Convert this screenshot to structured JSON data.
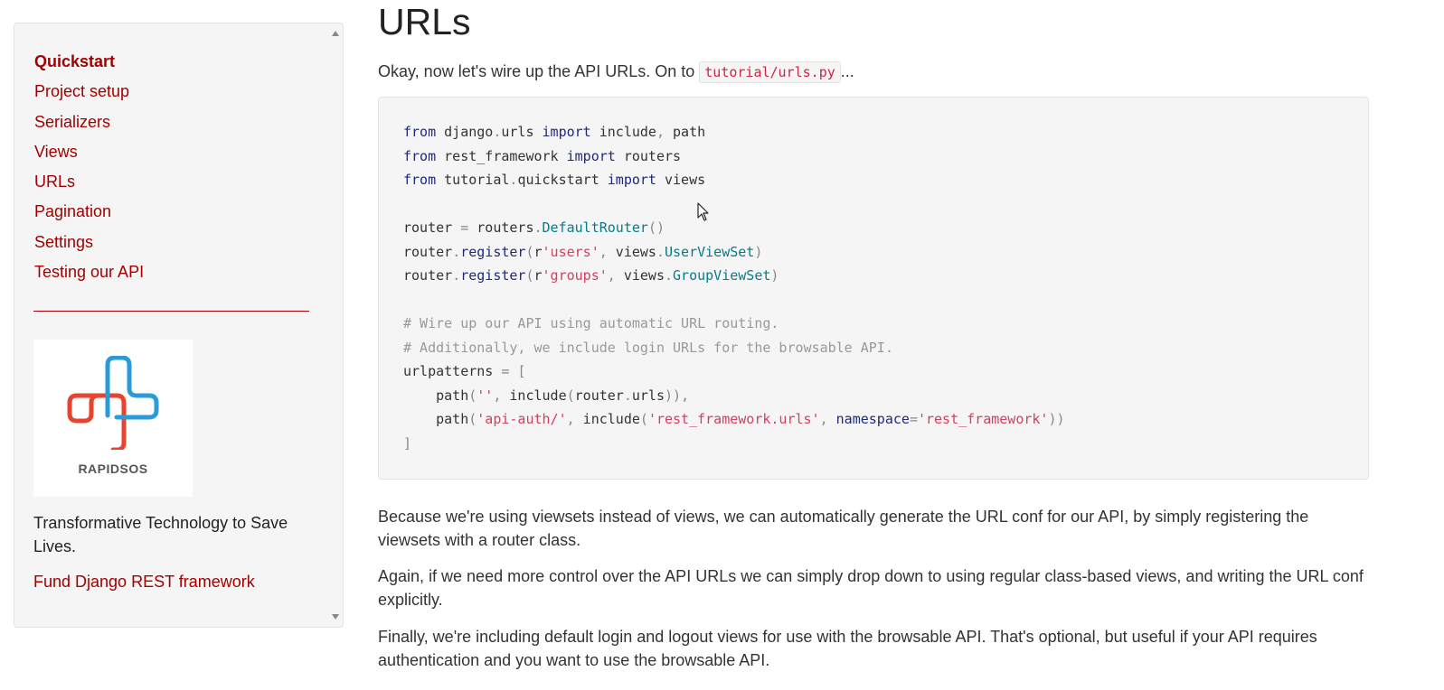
{
  "sidebar": {
    "toc": [
      {
        "label": "Quickstart",
        "active": true
      },
      {
        "label": "Project setup",
        "active": false
      },
      {
        "label": "Serializers",
        "active": false
      },
      {
        "label": "Views",
        "active": false
      },
      {
        "label": "URLs",
        "active": false
      },
      {
        "label": "Pagination",
        "active": false
      },
      {
        "label": "Settings",
        "active": false
      },
      {
        "label": "Testing our API",
        "active": false
      }
    ],
    "sponsor": {
      "name": "RAPIDSOS",
      "tagline": "Transformative Technology to Save Lives.",
      "logo_icon": "rapidsos-logo-icon"
    },
    "fund_link": "Fund Django REST framework"
  },
  "main": {
    "title": "URLs",
    "intro_before": "Okay, now let's wire up the API URLs. On to ",
    "intro_code": "tutorial/urls.py",
    "intro_after": "...",
    "code_lines": [
      "from django.urls import include, path",
      "from rest_framework import routers",
      "from tutorial.quickstart import views",
      "",
      "router = routers.DefaultRouter()",
      "router.register(r'users', views.UserViewSet)",
      "router.register(r'groups', views.GroupViewSet)",
      "",
      "# Wire up our API using automatic URL routing.",
      "# Additionally, we include login URLs for the browsable API.",
      "urlpatterns = [",
      "    path('', include(router.urls)),",
      "    path('api-auth/', include('rest_framework.urls', namespace='rest_framework'))",
      "]"
    ],
    "paragraphs": [
      "Because we're using viewsets instead of views, we can automatically generate the URL conf for our API, by simply registering the viewsets with a router class.",
      "Again, if we need more control over the API URLs we can simply drop down to using regular class-based views, and writing the URL conf explicitly.",
      "Finally, we're including default login and logout views for use with the browsable API. That's optional, but useful if your API requires authentication and you want to use the browsable API."
    ]
  },
  "colors": {
    "link": "#a30000",
    "code_keyword": "#1f2a7a",
    "code_class": "#0a7a8a",
    "code_string": "#d14060",
    "code_comment": "#999999",
    "logo_red": "#e8432f",
    "logo_blue": "#2a9ad8"
  }
}
